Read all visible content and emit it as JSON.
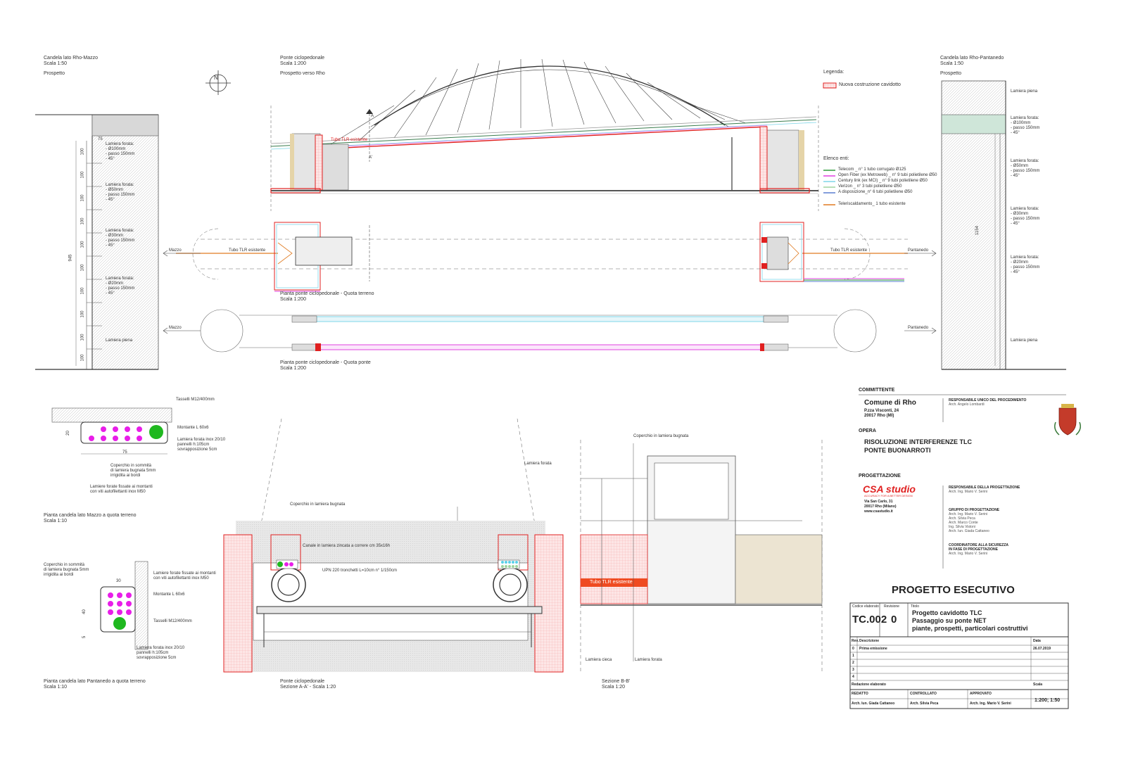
{
  "views": {
    "left_elev": {
      "title": "Candela lato Rho-Mazzo",
      "scale": "Scala 1:50",
      "view": "Prospetto"
    },
    "bridge_elev": {
      "title": "Ponte ciclopedonale",
      "scale": "Scala 1:200",
      "view": "Prospetto verso Rho"
    },
    "right_elev": {
      "title": "Candela lato Rho-Pantanedo",
      "scale": "Scala 1:50",
      "view": "Prospetto"
    },
    "plan_ground": {
      "title": "Pianta ponte ciclopedonale - Quota terreno",
      "scale": "Scala 1:200"
    },
    "plan_bridge": {
      "title": "Pianta ponte ciclopedonale - Quota ponte",
      "scale": "Scala 1:200"
    },
    "plan_mazzo": {
      "title": "Pianta candela lato Mazzo a quota terreno",
      "scale": "Scala 1:10"
    },
    "plan_pantanedo": {
      "title": "Pianta candela lato Pantanedo a quota terreno",
      "scale": "Scala 1:10"
    },
    "section_aa": {
      "title": "Ponte ciclopedonale",
      "scale": "Sezione A-A' - Scala 1:20"
    },
    "section_bb": {
      "title": "Sezione B-B'",
      "scale": "Scala 1:20"
    }
  },
  "left_labels": {
    "dim_top": "75",
    "dim_total": "945",
    "dims": [
      "100",
      "100",
      "100",
      "100",
      "100",
      "100",
      "100",
      "100",
      "100",
      "100"
    ],
    "lam1": [
      "Lamiera forata:",
      "- Ø100mm",
      "- passo 150mm",
      "- 45°"
    ],
    "lam2": [
      "Lamiera forata:",
      "- Ø50mm",
      "- passo 150mm",
      "- 45°"
    ],
    "lam3": [
      "Lamiera forata:",
      "- Ø30mm",
      "- passo 150mm",
      "- 45°"
    ],
    "lam4": [
      "Lamiera forata:",
      "- Ø20mm",
      "- passo 150mm",
      "- 45°"
    ],
    "lam_piena": "Lamiera piena"
  },
  "right_labels": {
    "dim_total": "1154",
    "lam_piena_top": "Lamiera piena",
    "lam1": [
      "Lamiera forata:",
      "- Ø100mm",
      "- passo 150mm",
      "- 45°"
    ],
    "lam2": [
      "Lamiera forata:",
      "- Ø50mm",
      "- passo 150mm",
      "- 45°"
    ],
    "lam3": [
      "Lamiera forata:",
      "- Ø30mm",
      "- passo 150mm",
      "- 45°"
    ],
    "lam4": [
      "Lamiera forata:",
      "- Ø20mm",
      "- passo 150mm",
      "- 45°"
    ],
    "lam_piena_bottom": "Lamiera piena"
  },
  "bridge_labels": {
    "tubo_tlr": "Tubo TLR esistente",
    "section_a": "A",
    "section_a2": "A'",
    "mazzo": "Mazzo",
    "pantanedo": "Pantanedo",
    "tubo_tlr_left": "Tubo TLR esistente",
    "tubo_tlr_right": "Tubo TLR esistente"
  },
  "legend": {
    "title": "Legenda:",
    "new_item": "Nuova costruzione cavidotto",
    "entities_title": "Elenco enti:",
    "entities": [
      {
        "label": "Telecom _ n° 1 tubo corrugato Ø125",
        "color": "#2e9b3a"
      },
      {
        "label": "Open Fiber (ex Metroweb) _ n° 9 tubi polietilene Ø50",
        "color": "#e040e0"
      },
      {
        "label": "Century link (ex MCI) _ n° 9 tubi polietilene Ø50",
        "color": "#7fd6e8"
      },
      {
        "label": "Verizon _ n° 3 tubi polietilene Ø50",
        "color": "#9fd49f"
      },
      {
        "label": "A disposizione_n° 6 tubi polietilene Ø50",
        "color": "#5a7fd0"
      }
    ],
    "heating": {
      "label": "Teleriscaldamento_ 1 tubo esistente",
      "color": "#e07a20"
    }
  },
  "detail_mazzo": {
    "tasselli": "Tasselli M12/400mm",
    "montante": "Montante L 60x6",
    "lamiera": [
      "Lamiera forata inox 20/10",
      "pannelli h:105cm",
      "sovrapposizione 5cm"
    ],
    "coperchio": [
      "Coperchio in sommità",
      "di lamiera bugnata 5mm",
      "irrigidita ai bordi"
    ],
    "lamiere_fissate": [
      "Lamiere forate fissate ai montanti",
      "con viti autofilettanti inox M50"
    ],
    "dim_h": "20",
    "dim_w": "75"
  },
  "detail_pantanedo": {
    "coperchio": [
      "Coperchio in sommità",
      "di lamiera bugnata 5mm",
      "irrigidita ai bordi"
    ],
    "lamiere_fissate": [
      "Lamiere forate fissate ai montanti",
      "con viti autofilettanti inox M50"
    ],
    "montante": "Montante L 60x6",
    "tasselli": "Tasselli M12/400mm",
    "lamiera": [
      "Lamiera forata inox 20/10",
      "pannelli h:105cm",
      "sovrapposizione 5cm"
    ],
    "dim_w": "30",
    "dim_h": "40",
    "dim_s": "5"
  },
  "section_aa_labels": {
    "lamiera_forata": "Lamiera forata",
    "coperchio": "Coperchio in lamiera bugnata",
    "canale": "Canale in lamiera zincata a correre cm 35x16h",
    "upn": "UPN 220 tronchetti L=10cm n° 1/150cm"
  },
  "section_bb_labels": {
    "coperchio": "Coperchio in lamiera bugnata",
    "tubo": "Tubo TLR esistente",
    "lamiera_cieca": "Lamiera cieca",
    "lamiera_forata": "Lamiera forata"
  },
  "titleblock": {
    "committente_h": "COMMITTENTE",
    "committente": "Comune di Rho",
    "addr1": "P.zza Visconti, 24",
    "addr2": "20017 Rho (MI)",
    "rup_h": "RESPONSABILE UNICO DEL PROCEDIMENTO",
    "rup": "Arch. Angelo Lombardi",
    "opera_h": "OPERA",
    "opera1": "RISOLUZIONE INTERFERENZE TLC",
    "opera2": "PONTE BUONARROTI",
    "prog_h": "PROGETTAZIONE",
    "logo": "CSA studio",
    "logo_tag": "ACCURACY FOR A BETTER DESIGN",
    "studio1": "Via San Carlo, 31",
    "studio2": "20017 Rho (Milano)",
    "studio3": "www.csastudio.it",
    "resp_prog_h": "RESPONSABILE DELLA PROGETTAZIONE",
    "resp_prog": "Arch. Ing. Mario V. Serini",
    "gruppo_h": "GRUPPO DI PROGETTAZIONE",
    "gruppo": [
      "Arch. Ing. Mario V. Serini",
      "Arch. Silvia Peca",
      "Arch. Marco Conte",
      "Ing. Silvia Vistoni",
      "Arch. Iun. Giada Cattaneo"
    ],
    "coord_h1": "COORDINATORE ALLA SICUREZZA",
    "coord_h2": "IN FASE DI PROGETTAZIONE",
    "coord": "Arch. Ing. Mario V. Serini",
    "big_title": "PROGETTO ESECUTIVO",
    "code_h": "Codice elaborato",
    "rev_h": "Revisione",
    "title_h": "Titolo",
    "code": "TC.002",
    "rev": "0",
    "title1": "Progetto cavidotto TLC",
    "title2": "Passaggio su ponte NET",
    "title3": "piante, prospetti, particolari costruttivi",
    "rev_col": "Rev.",
    "desc_col": "Descrizione",
    "date_col": "Data",
    "rev_rows": [
      {
        "n": "0",
        "d": "Prima emissione",
        "dt": "26.07.2019"
      },
      {
        "n": "1",
        "d": "",
        "dt": ""
      },
      {
        "n": "2",
        "d": "",
        "dt": ""
      },
      {
        "n": "3",
        "d": "",
        "dt": ""
      },
      {
        "n": "4",
        "d": "",
        "dt": ""
      }
    ],
    "redaz_h": "Redazione elaborato",
    "scala_h": "Scala",
    "redatto_h": "REDATTO",
    "controllato_h": "CONTROLLATO",
    "approvato_h": "APPROVATO",
    "redatto": "Arch. Iun. Giada Cattaneo",
    "controllato": "Arch. Silvia Peca",
    "approvato": "Arch. Ing. Mario V. Serini",
    "scala": "1:200; 1:50"
  },
  "north": "N"
}
